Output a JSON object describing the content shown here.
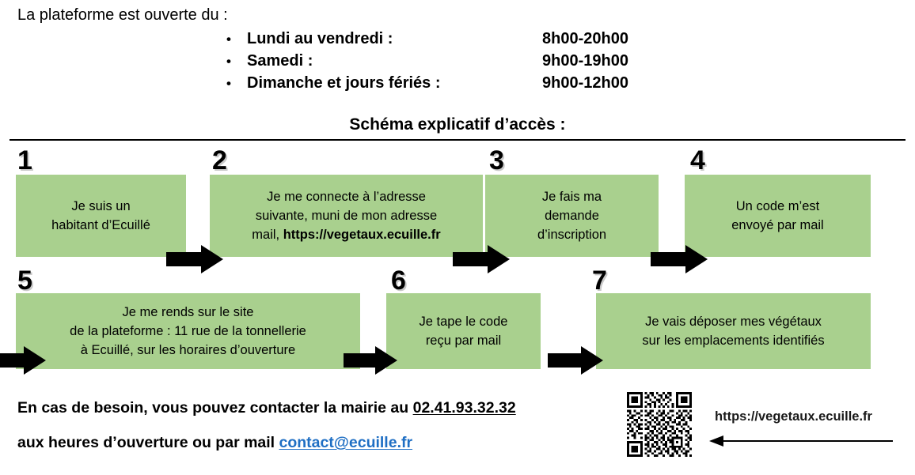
{
  "header": {
    "intro": "La plateforme est ouverte du :",
    "hours": [
      {
        "bullet": "•",
        "day": "Lundi au vendredi :",
        "time": "8h00-20h00"
      },
      {
        "bullet": "•",
        "day": "Samedi :",
        "time": "9h00-19h00"
      },
      {
        "bullet": "•",
        "day": "Dimanche et jours fériés :",
        "time": "9h00-12h00"
      }
    ]
  },
  "section": {
    "title": "Schéma explicatif d’accès :"
  },
  "flow": {
    "box_color": "#a9d08e",
    "steps": [
      {
        "number": "1",
        "lines": [
          "Je suis un",
          "habitant d’Ecuillé"
        ]
      },
      {
        "number": "2",
        "lines": [
          "Je me connecte à l’adresse",
          "suivante, muni de mon adresse",
          "mail, "
        ],
        "bold_tail": "https://vegetaux.ecuille.fr"
      },
      {
        "number": "3",
        "lines": [
          "Je fais ma",
          "demande",
          "d’inscription"
        ]
      },
      {
        "number": "4",
        "lines": [
          "Un code m’est",
          "envoyé par mail"
        ]
      },
      {
        "number": "5",
        "lines": [
          "Je me rends sur le site",
          "de la plateforme : 11 rue de la tonnellerie",
          "à Ecuillé, sur les horaires d’ouverture"
        ]
      },
      {
        "number": "6",
        "lines": [
          "Je tape le code",
          "reçu par mail"
        ]
      },
      {
        "number": "7",
        "lines": [
          "Je vais déposer mes végétaux",
          "sur les emplacements identifiés"
        ]
      }
    ]
  },
  "contact": {
    "line1_prefix": "En cas de besoin, vous pouvez contacter la mairie au ",
    "phone": "02.41.93.32.32",
    "line2_prefix": "aux heures d’ouverture ou par mail ",
    "email": "contact@ecuille.fr",
    "email_color": "#1f6fc4"
  },
  "qr": {
    "url": "https://vegetaux.ecuille.fr"
  }
}
